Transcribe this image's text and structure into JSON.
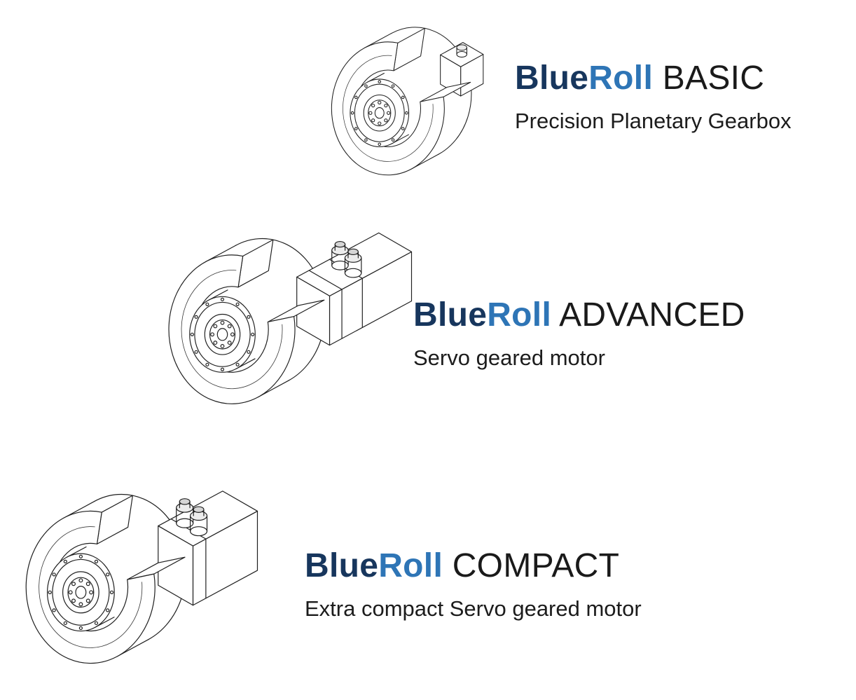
{
  "page": {
    "background_color": "#ffffff",
    "description": "Product lineup sheet with three technical line drawings of wheel drive units"
  },
  "brand": {
    "word_primary": "Blue",
    "word_secondary": "Roll",
    "color_primary": "#17365d",
    "color_secondary": "#2e75b6",
    "tier_color": "#1a1a1a"
  },
  "products": [
    {
      "tier": "BASIC",
      "subtitle": "Precision Planetary Gearbox",
      "illustration": "cutaway-wheel-with-planetary-gearbox"
    },
    {
      "tier": "ADVANCED",
      "subtitle": "Servo geared motor",
      "illustration": "cutaway-wheel-with-servo-geared-motor"
    },
    {
      "tier": "COMPACT",
      "subtitle": "Extra compact Servo geared motor",
      "illustration": "cutaway-wheel-with-compact-servo-geared-motor"
    }
  ]
}
